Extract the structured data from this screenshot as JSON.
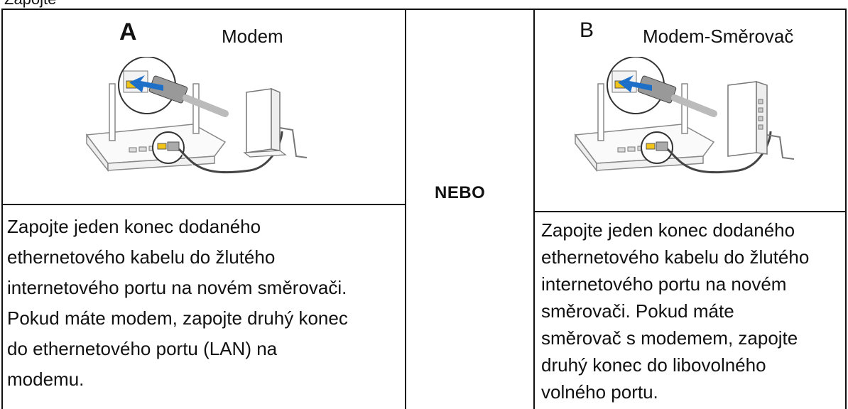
{
  "page": {
    "top_fragment": "Zapojte"
  },
  "columns": [
    {
      "letter": "A",
      "title": "Modem",
      "lines": [
        "Zapojte jeden konec dodaného",
        "ethernetového kabelu do žlutého",
        "internetového portu na novém směrovači.",
        "Pokud máte modem, zapojte druhý konec",
        "do ethernetového portu (LAN) na",
        "modemu."
      ]
    },
    {
      "letter": "B",
      "title": "Modem-Směrovač",
      "lines": [
        "Zapojte jeden konec dodaného",
        "ethernetového kabelu do žlutého",
        "internetového portu na novém",
        "směrovači. Pokud máte",
        "směrovač s modemem, zapojte",
        "druhý konec do libovolného",
        "volného portu."
      ]
    }
  ],
  "separator": "NEBO",
  "colors": {
    "accent_blue": "#1e6fc8",
    "port_yellow": "#f0c419"
  }
}
